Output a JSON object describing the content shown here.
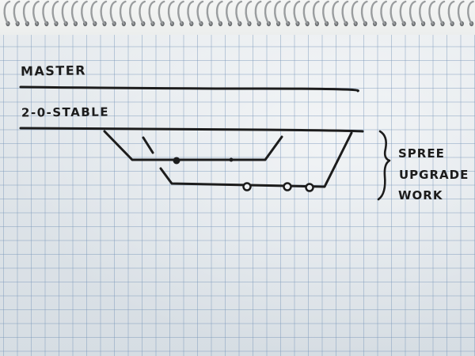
{
  "sketch": {
    "branch_master_label": "MASTER",
    "branch_stable_label": "2-0-STABLE",
    "annotation_lines": [
      "SPREE",
      "UPGRADE",
      "WORK"
    ]
  },
  "colors": {
    "ink": "#1c1c1c",
    "paper": "#eef1f3",
    "grid": "#7896b9"
  }
}
